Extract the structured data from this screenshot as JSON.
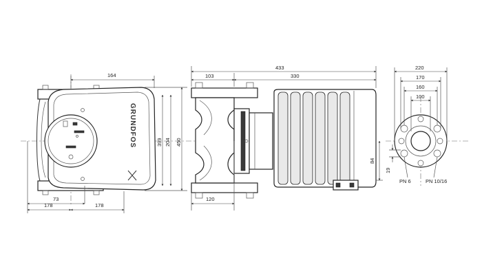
{
  "front_view": {
    "dims": {
      "width_top": "164",
      "height_inner": "399",
      "height_mid": "204",
      "height_total": "450",
      "left_offset": "73",
      "left_half": "178",
      "right_half": "178"
    },
    "brand": "GRUNDFOS"
  },
  "side_view": {
    "dims": {
      "overall": "433",
      "pump_part": "103",
      "motor_part": "330",
      "base": "120",
      "shaft_height": "84"
    }
  },
  "flange_view": {
    "dims": {
      "d220": "220",
      "d170": "170",
      "d160": "160",
      "d100": "100",
      "hole": "19"
    },
    "labels": {
      "pn6": "PN 6",
      "pn1016": "PN 10/16"
    }
  }
}
